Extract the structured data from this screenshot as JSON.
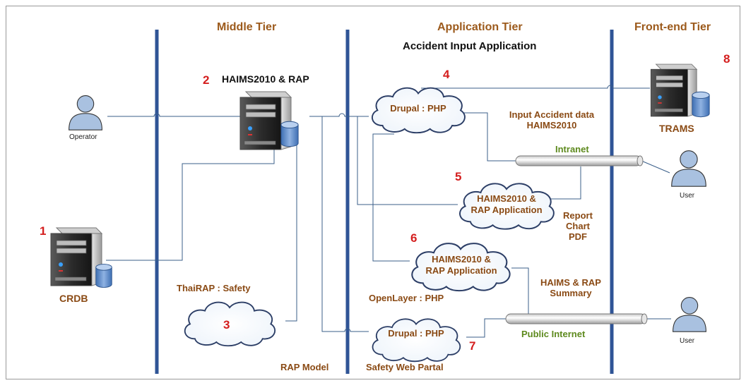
{
  "tiers": {
    "middle": "Middle Tier",
    "application": "Application Tier",
    "front_end": "Front-end Tier"
  },
  "app_title": "Accident Input Application",
  "numbers": [
    "1",
    "2",
    "3",
    "4",
    "5",
    "6",
    "7",
    "8"
  ],
  "nodes": {
    "crdb": "CRDB",
    "haims_rap": "HAIMS2010 & RAP",
    "trams": "TRAMS",
    "operator": "Operator",
    "user_intranet": "User",
    "user_internet": "User"
  },
  "clouds": {
    "thairap_label": "ThaiRAP : Safety",
    "drupal_top": "Drupal : PHP",
    "haims_app_1_line1": "HAIMS2010 &",
    "haims_app_1_line2": "RAP Application",
    "haims_app_2_line1": "HAIMS2010 &",
    "haims_app_2_line2": "RAP Application",
    "drupal_bottom": "Drupal : PHP"
  },
  "labels": {
    "input_accident_line1": "Input Accident data",
    "input_accident_line2": "HAIMS2010",
    "intranet": "Intranet",
    "report_line1": "Report",
    "report_line2": "Chart",
    "report_line3": "PDF",
    "openlayer": "OpenLayer : PHP",
    "summary_line1": "HAIMS & RAP",
    "summary_line2": "Summary",
    "public_internet": "Public Internet",
    "rap_model": "RAP Model",
    "safety_portal": "Safety Web Partal"
  },
  "colors": {
    "tier_line": "#2f5496",
    "tier_text": "#9c5a1c",
    "label_brown": "#8a4a14",
    "label_green": "#5e8a1e",
    "number_red": "#d41e1e",
    "connector": "#3b5f8a",
    "person_fill": "#a9c1e0",
    "cloud_fill": "#ffffff"
  },
  "icons": [
    "server-icon",
    "database-icon",
    "person-icon",
    "cloud-icon",
    "pipe-icon"
  ]
}
